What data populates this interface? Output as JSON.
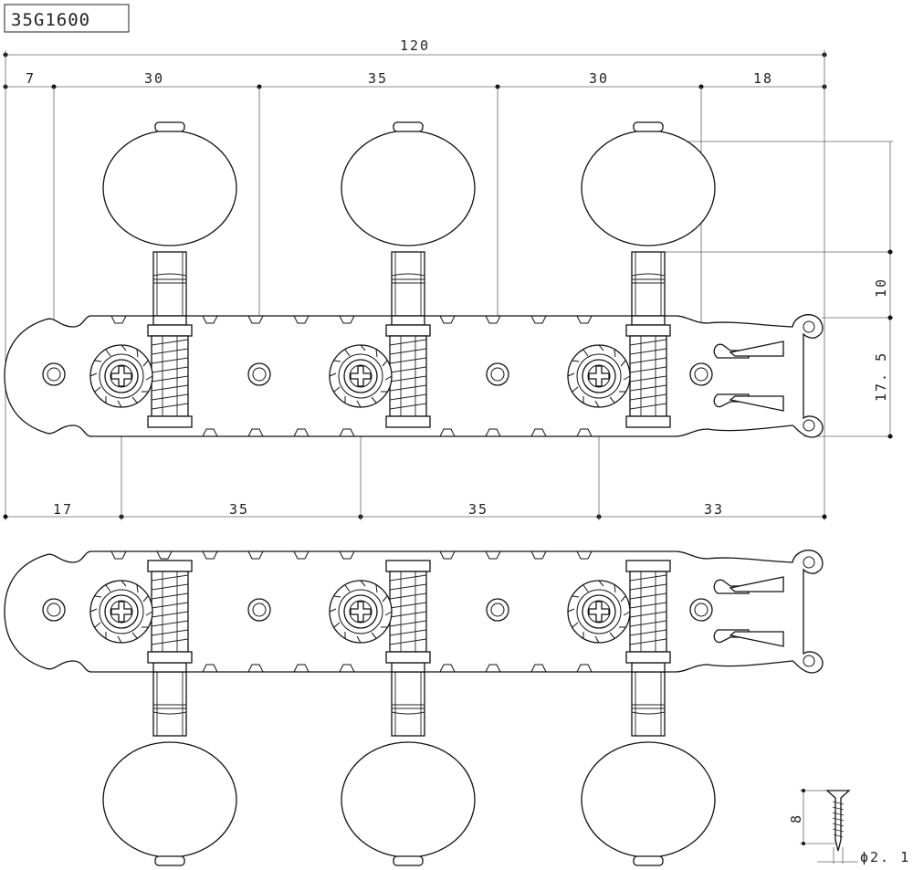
{
  "model": "35G1600",
  "top_dimensions": {
    "overall": "120",
    "segments": [
      "7",
      "30",
      "35",
      "30",
      "18"
    ]
  },
  "bottom_dimensions": {
    "segments": [
      "17",
      "35",
      "35",
      "33"
    ]
  },
  "right_dimensions": {
    "knob_height": "10",
    "plate_height": "17. 5"
  },
  "screw": {
    "length": "8",
    "diameter": "ϕ2. 1"
  }
}
